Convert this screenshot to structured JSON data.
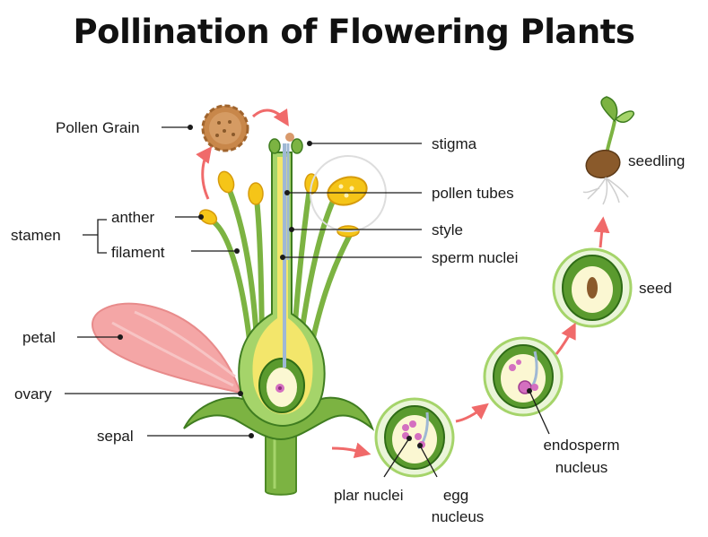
{
  "title": "Pollination of Flowering Plants",
  "labels": {
    "pollen_grain": "Pollen Grain",
    "stamen": "stamen",
    "anther": "anther",
    "filament": "filament",
    "petal": "petal",
    "ovary": "ovary",
    "sepal": "sepal",
    "stigma": "stigma",
    "pollen_tubes": "pollen tubes",
    "style": "style",
    "sperm_nuclei": "sperm nuclei",
    "plar_nuclei": "plar nuclei",
    "egg_nucleus_line1": "egg",
    "egg_nucleus_line2": "nucleus",
    "endosperm_line1": "endosperm",
    "endosperm_line2": "nucleus",
    "seed": "seed",
    "seedling": "seedling"
  },
  "colors": {
    "stem_green": "#7cb342",
    "dark_green": "#3f7d20",
    "light_green": "#c5e1a5",
    "yellow": "#f3e66b",
    "anther_yellow": "#f5c518",
    "petal_pink": "#f4a6a6",
    "pollen_brown": "#c8874a",
    "arrow_red": "#f06a6a",
    "nuclei_pink": "#d46fc0",
    "seed_brown": "#8a5a2b"
  }
}
